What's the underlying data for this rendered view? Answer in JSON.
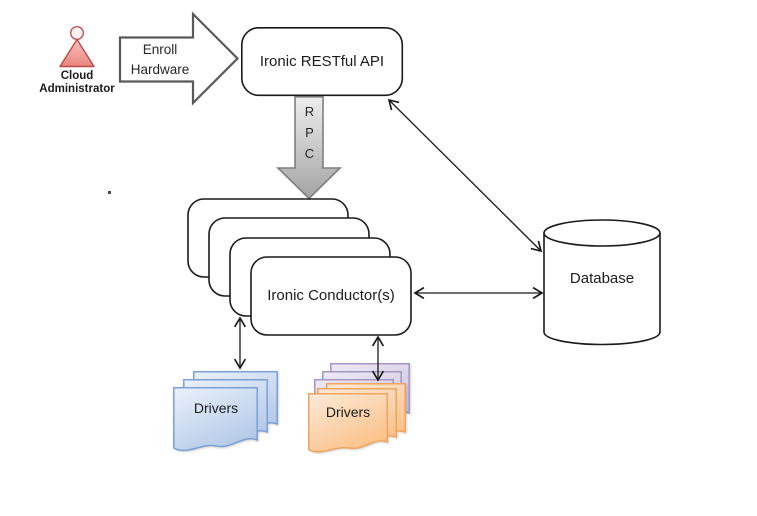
{
  "cloud_admin": {
    "line1": "Cloud",
    "line2": "Administrator"
  },
  "enroll_arrow": {
    "line1": "Enroll",
    "line2": "Hardware"
  },
  "api_box": {
    "label": "Ironic RESTful API"
  },
  "rpc_arrow": {
    "letters": [
      "R",
      "P",
      "C"
    ]
  },
  "conductors": {
    "label": "Ironic Conductor(s)",
    "stack_count": 4
  },
  "database": {
    "label": "Database"
  },
  "drivers": {
    "blue_label": "Drivers",
    "orange_label": "Drivers"
  },
  "colors": {
    "admin-stroke": "#bb4a47",
    "admin-fill": "#f2a09c",
    "block-arrow-stroke": "#595959",
    "rpc-stroke": "#808080",
    "node-stroke": "#1a1a1a",
    "doc-blue-stroke": "#7ba0d4",
    "doc-blue-fill": "#c7d8ee",
    "doc-purple-stroke": "#a596c0",
    "doc-purple-fill": "#dfd8ea",
    "doc-orange-stroke": "#eda55f",
    "doc-orange-fill": "#fbd3a6"
  }
}
